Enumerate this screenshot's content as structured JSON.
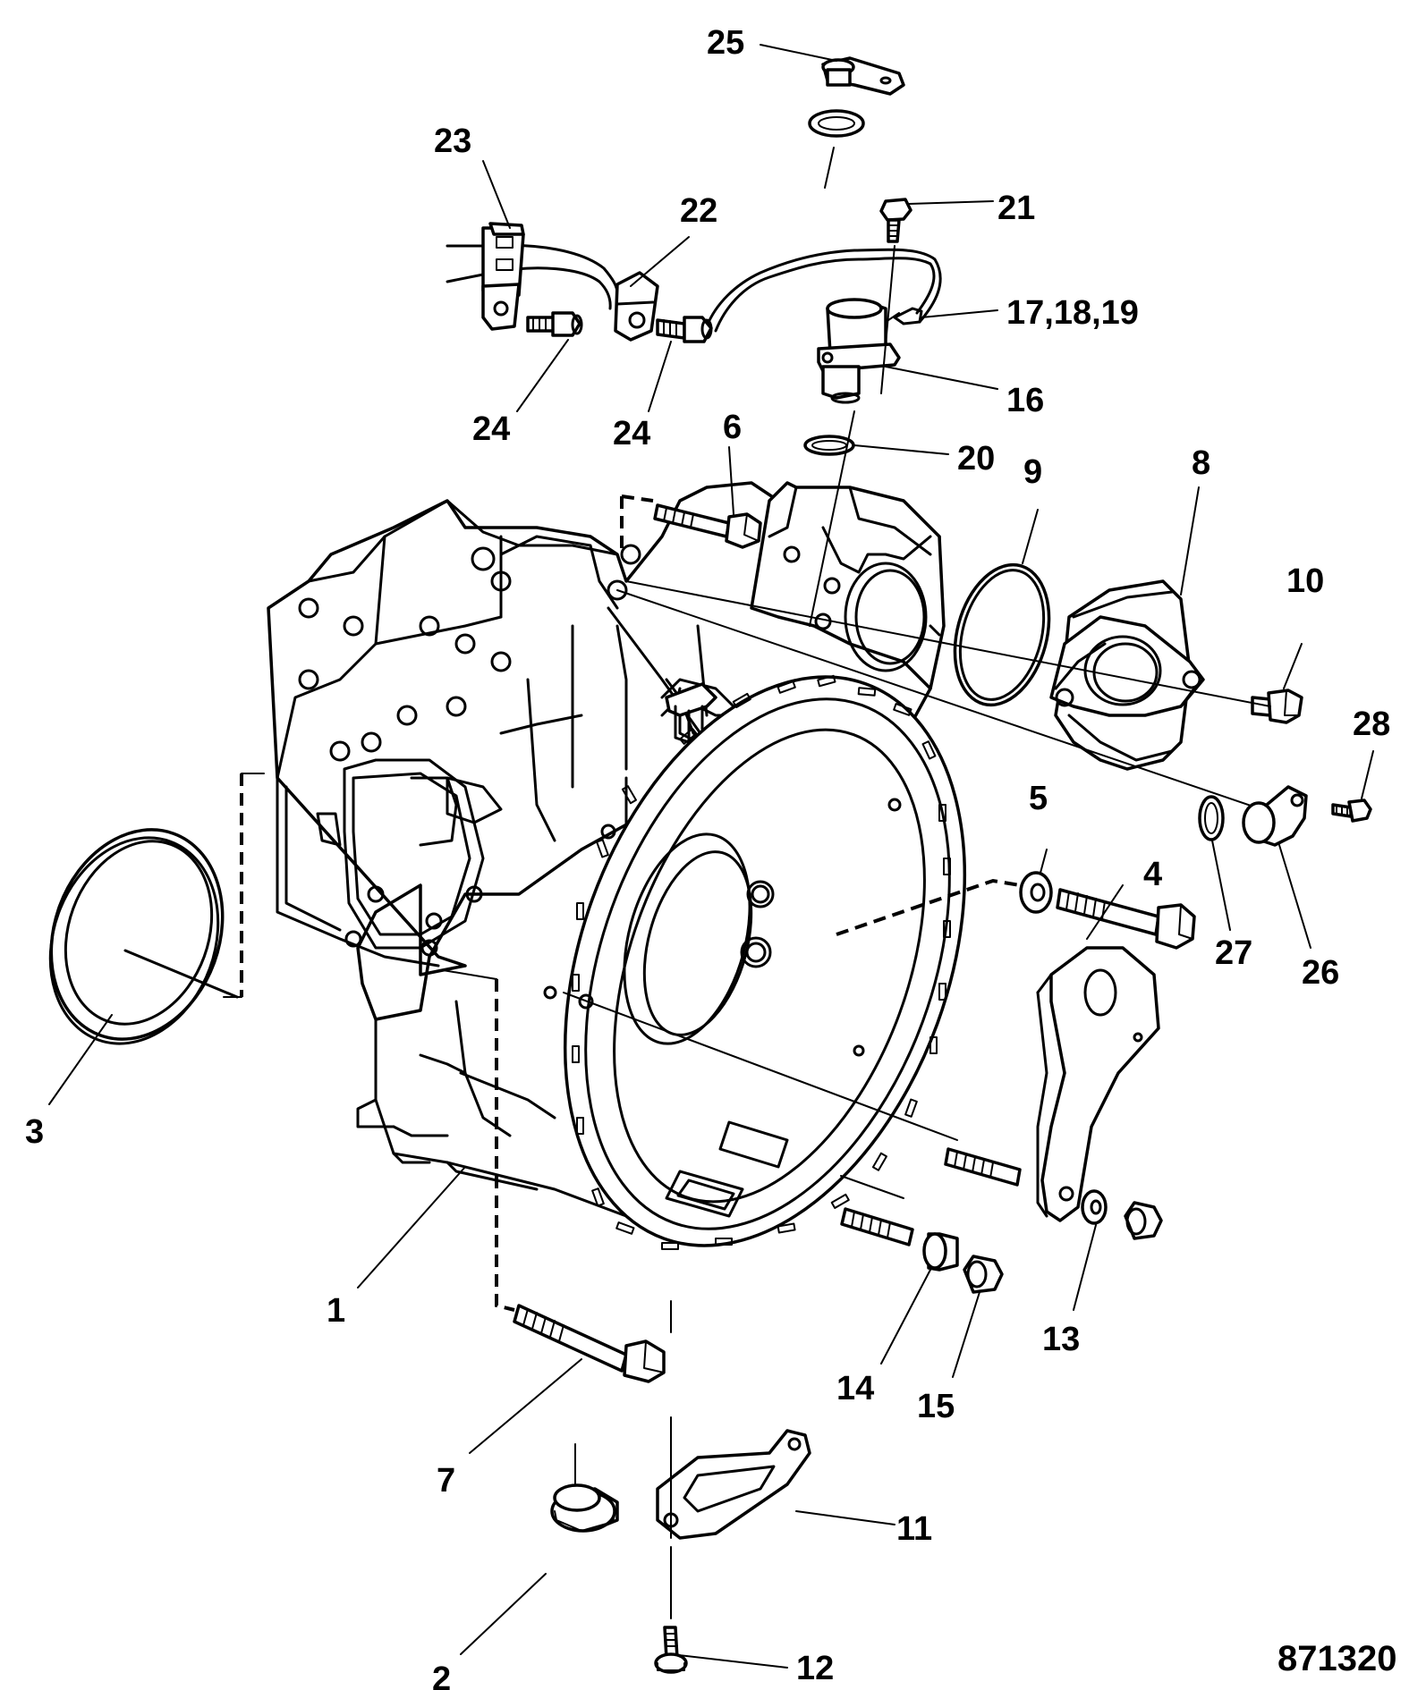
{
  "figure_ref": "871320",
  "callouts": {
    "c1": "1",
    "c2": "2",
    "c3": "3",
    "c4": "4",
    "c5": "5",
    "c6": "6",
    "c7": "7",
    "c8": "8",
    "c9": "9",
    "c10": "10",
    "c11": "11",
    "c12": "12",
    "c13": "13",
    "c14": "14",
    "c15": "15",
    "c16": "16",
    "c17": "17,18,19",
    "c20": "20",
    "c21": "21",
    "c22": "22",
    "c23": "23",
    "c24a": "24",
    "c24b": "24",
    "c25": "25",
    "c26": "26",
    "c27": "27",
    "c28": "28"
  }
}
